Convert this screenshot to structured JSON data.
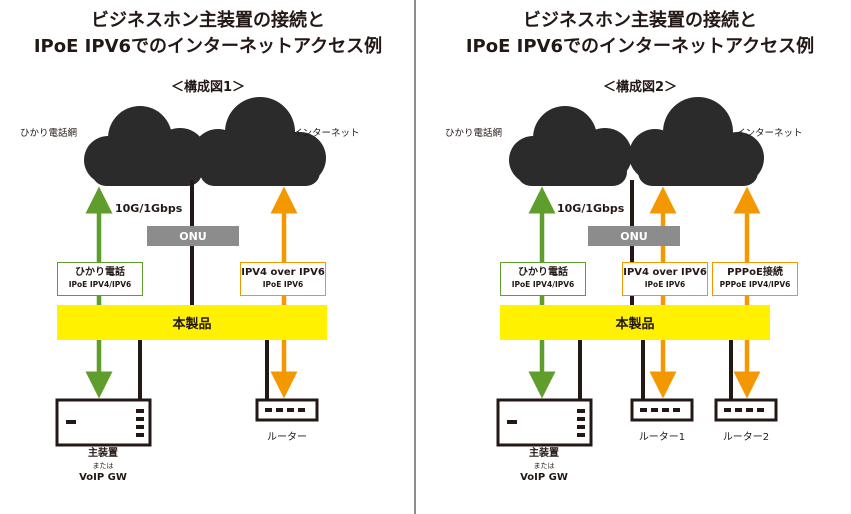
{
  "panels": [
    {
      "title_line1": "ビジネスホン主装置の接続と",
      "title_line2": "IPoE IPV6でのインターネットアクセス例",
      "subtitle": "＜構成図1＞",
      "cloud_left_label": "ひかり電話網",
      "cloud_right_label": "インターネット",
      "speed": "10G/1Gbps",
      "onu": "ONU",
      "product": "本製品",
      "green_box": {
        "line1": "ひかり電話",
        "line2": "IPoE IPV4/IPV6"
      },
      "orange_boxes": [
        {
          "line1": "IPV4 over IPV6",
          "line2": "IPoE IPV6"
        }
      ],
      "pbx": {
        "line1": "主装置",
        "line2": "または",
        "line3": "VoIP GW"
      },
      "routers": [
        "ルーター"
      ]
    },
    {
      "title_line1": "ビジネスホン主装置の接続と",
      "title_line2": "IPoE IPV6でのインターネットアクセス例",
      "subtitle": "＜構成図2＞",
      "cloud_left_label": "ひかり電話網",
      "cloud_right_label": "インターネット",
      "speed": "10G/1Gbps",
      "onu": "ONU",
      "product": "本製品",
      "green_box": {
        "line1": "ひかり電話",
        "line2": "IPoE IPV4/IPV6"
      },
      "orange_boxes": [
        {
          "line1": "IPV4 over IPV6",
          "line2": "IPoE IPV6"
        },
        {
          "line1": "PPPoE接続",
          "line2": "PPPoE IPV4/IPV6"
        }
      ],
      "pbx": {
        "line1": "主装置",
        "line2": "または",
        "line3": "VoIP GW"
      },
      "routers": [
        "ルーター1",
        "ルーター2"
      ]
    }
  ],
  "colors": {
    "green": "#5f9e2d",
    "orange": "#f39800",
    "cloud": "#2b2b2b",
    "product": "#fff100",
    "onu": "#8c8c8c"
  }
}
